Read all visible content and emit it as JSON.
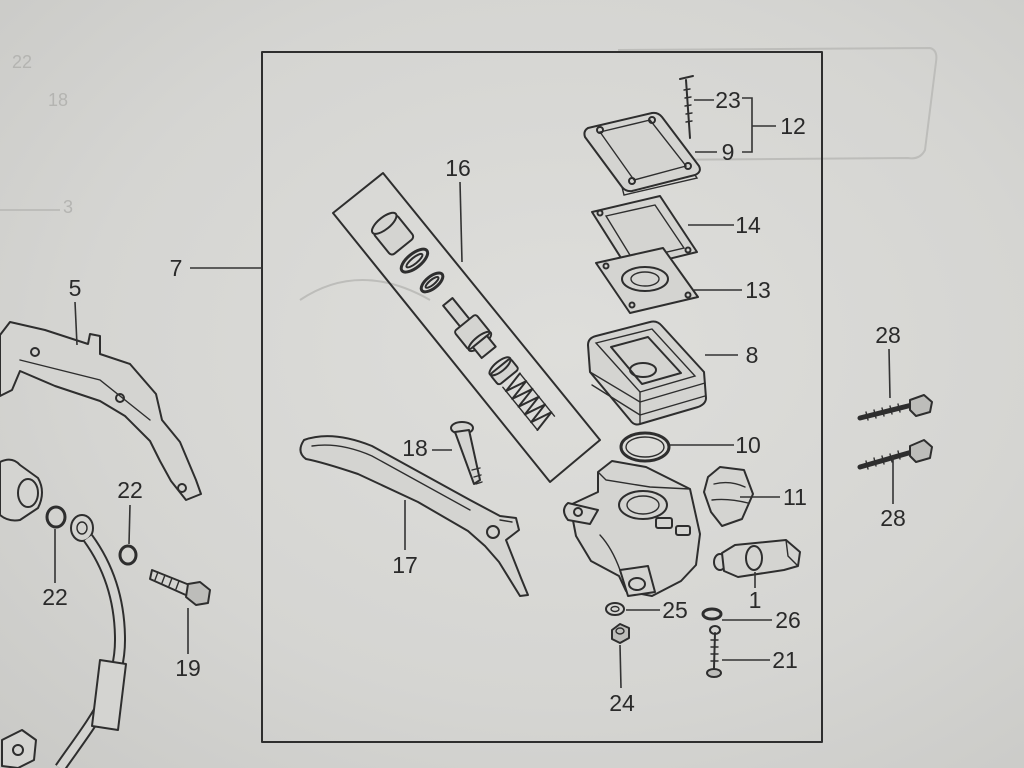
{
  "palette": {
    "paper": "#d7d7d4",
    "ink": "#2e2e2e",
    "faint": "#b9b9b6"
  },
  "callouts": [
    "23",
    "12",
    "9",
    "16",
    "14",
    "7",
    "5",
    "13",
    "28",
    "8",
    "18",
    "10",
    "11",
    "22",
    "28",
    "17",
    "22",
    "1",
    "25",
    "26",
    "19",
    "21",
    "24"
  ],
  "bleed_through": [
    "22",
    "18",
    "3"
  ]
}
